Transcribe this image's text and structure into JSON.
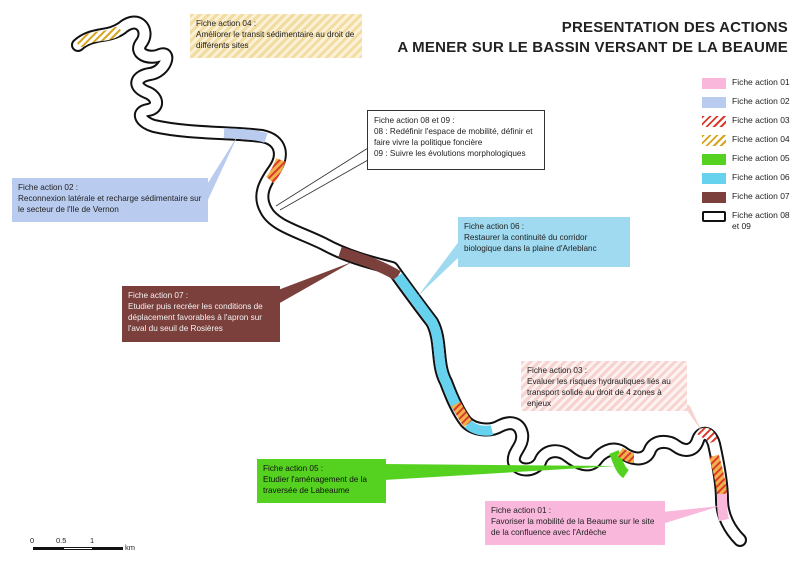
{
  "title": {
    "line1": "PRESENTATION DES ACTIONS",
    "line2": "A MENER SUR LE BASSIN VERSANT DE LA BEAUME"
  },
  "callouts": {
    "a04": {
      "head": "Fiche action 04 :",
      "body": "Améliorer le transit sédimentaire au droit de différents sites"
    },
    "a02": {
      "head": "Fiche action 02 :",
      "body": "Reconnexion latérale et recharge sédimentaire sur le secteur de l'Ile de Vernon"
    },
    "a0809": {
      "head": "Fiche action 08 et 09 :",
      "body": "08 : Redéfinir l'espace de mobilité, définir et faire vivre la politique foncière",
      "body2": "09 : Suivre les évolutions morphologiques"
    },
    "a06": {
      "head": "Fiche action 06 :",
      "body": "Restaurer la continuité du corridor biologique dans la plaine d'Arleblanc"
    },
    "a07": {
      "head": "Fiche action 07 :",
      "body": "Etudier puis recréer les conditions de déplacement favorables à l'apron sur l'aval du seuil de Rosières"
    },
    "a03": {
      "head": "Fiche action 03 :",
      "body": "Evaluer les risques hydrauliques liés au transport solide au droit de 4 zones à enjeux"
    },
    "a05": {
      "head": "Fiche action 05 :",
      "body": "Etudier l'aménagement de la traversée de Labeaume"
    },
    "a01": {
      "head": "Fiche action 01 :",
      "body": "Favoriser la mobilité de la Beaume sur le site de la confluence avec l'Ardèche"
    }
  },
  "legend": [
    {
      "key": "01",
      "label": "Fiche action 01",
      "color": "#f9b7dc"
    },
    {
      "key": "02",
      "label": "Fiche action 02",
      "color": "#b9cbee"
    },
    {
      "key": "03",
      "label": "Fiche action 03",
      "color": "#d93b2b"
    },
    {
      "key": "04",
      "label": "Fiche action 04",
      "color": "#d8a21b"
    },
    {
      "key": "05",
      "label": "Fiche action 05",
      "color": "#55d21f"
    },
    {
      "key": "06",
      "label": "Fiche action 06",
      "color": "#67d2ee"
    },
    {
      "key": "07",
      "label": "Fiche action 07",
      "color": "#7b3f3c"
    },
    {
      "key": "0809",
      "label": "Fiche action 08 et 09",
      "color": "#ffffff"
    }
  ],
  "scale": {
    "t0": "0",
    "t1": "0.5",
    "t2": "1",
    "unit": "km"
  }
}
